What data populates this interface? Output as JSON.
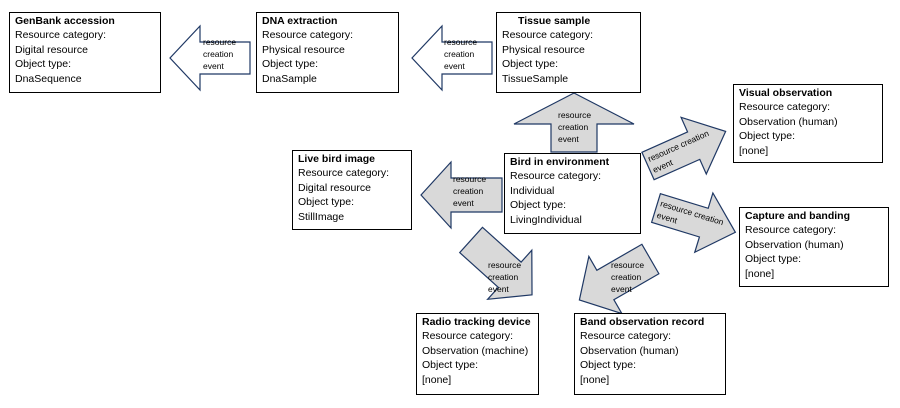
{
  "colors": {
    "box_border": "#000000",
    "arrow_fill_grey": "#d9d9d9",
    "arrow_fill_white": "#ffffff",
    "arrow_stroke": "#1f3864"
  },
  "nodes": {
    "genbank": {
      "title": "GenBank accession",
      "category_label": "Resource category:",
      "category": "Digital resource",
      "type_label": "Object type:",
      "type": "DnaSequence"
    },
    "dna": {
      "title": "DNA extraction",
      "category_label": "Resource category:",
      "category": "Physical resource",
      "type_label": "Object type:",
      "type": "DnaSample"
    },
    "tissue": {
      "title": "Tissue sample",
      "category_label": "Resource category:",
      "category": "Physical resource",
      "type_label": "Object type:",
      "type": "TissueSample"
    },
    "visual": {
      "title": "Visual observation",
      "category_label": "Resource category:",
      "category": "Observation (human)",
      "type_label": "Object type:",
      "type": "[none]"
    },
    "livebird": {
      "title": "Live bird image",
      "category_label": "Resource category:",
      "category": "Digital resource",
      "type_label": "Object type:",
      "type": "StillImage"
    },
    "bird": {
      "title": "Bird in environment",
      "category_label": "Resource category:",
      "category": "Individual",
      "type_label": "Object type:",
      "type": "LivingIndividual"
    },
    "capture": {
      "title": "Capture and banding",
      "category_label": "Resource category:",
      "category": "Observation (human)",
      "type_label": "Object type:",
      "type": "[none]"
    },
    "radio": {
      "title": "Radio tracking device",
      "category_label": "Resource category:",
      "category": "Observation (machine)",
      "type_label": "Object type:",
      "type": "[none]"
    },
    "band": {
      "title": "Band observation record",
      "category_label": "Resource category:",
      "category": "Observation (human)",
      "type_label": "Object type:",
      "type": "[none]"
    }
  },
  "arrows": {
    "dna_to_genbank": {
      "line1": "resource",
      "line2": "creation",
      "line3": "event"
    },
    "tissue_to_dna": {
      "line1": "resource",
      "line2": "creation",
      "line3": "event"
    },
    "bird_to_tissue": {
      "line1": "resource",
      "line2": "creation",
      "line3": "event"
    },
    "bird_to_visual": {
      "line1": "resource creation",
      "line2": "event"
    },
    "bird_to_livebird": {
      "line1": "resource",
      "line2": "creation",
      "line3": "event"
    },
    "bird_to_capture": {
      "line1": "resource creation",
      "line2": "event"
    },
    "bird_to_radio": {
      "line1": "resource",
      "line2": "creation",
      "line3": "event"
    },
    "capture_to_band": {
      "line1": "resource",
      "line2": "creation",
      "line3": "event"
    }
  }
}
